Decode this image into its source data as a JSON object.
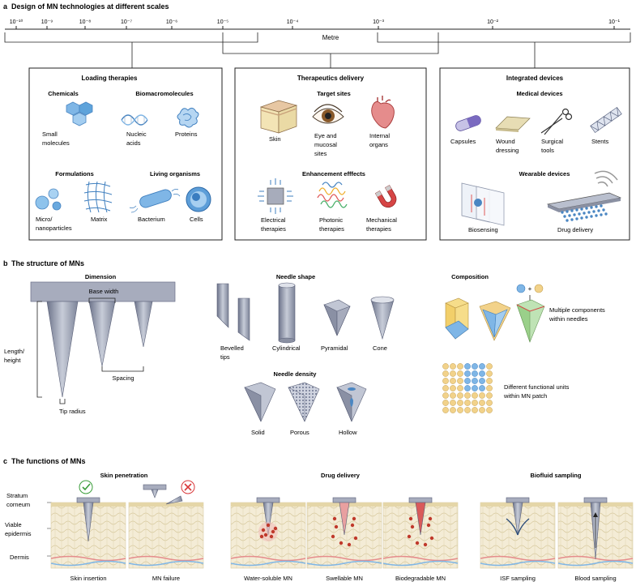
{
  "section_a": {
    "letter": "a",
    "title": "Design of MN technologies at different scales",
    "scale_ticks": [
      "10⁻¹⁰",
      "10⁻⁹",
      "10⁻⁸",
      "10⁻⁷",
      "10⁻⁶",
      "10⁻⁵",
      "10⁻⁴",
      "10⁻³",
      "10⁻²",
      "10⁻¹"
    ],
    "scale_unit": "Metre",
    "loading": {
      "title": "Loading therapies",
      "chemicals": "Chemicals",
      "small_molecules": [
        "Small",
        "molecules"
      ],
      "biomacromolecules": "Biomacromolecules",
      "nucleic_acids": [
        "Nucleic",
        "acids"
      ],
      "proteins": "Proteins",
      "formulations": "Formulations",
      "micro": [
        "Micro/",
        "nanoparticles"
      ],
      "matrix": "Matrix",
      "living": "Living organisms",
      "bacterium": "Bacterium",
      "cells": "Cells"
    },
    "delivery": {
      "title": "Therapeutics delivery",
      "target_sites": "Target sites",
      "skin": "Skin",
      "eye": [
        "Eye and",
        "mucosal",
        "sites"
      ],
      "internal": [
        "Internal",
        "organs"
      ],
      "enhancement": "Enhancement efffects",
      "electrical": [
        "Electrical",
        "therapies"
      ],
      "photonic": [
        "Photonic",
        "therapies"
      ],
      "mechanical": [
        "Mechanical",
        "therapies"
      ]
    },
    "devices": {
      "title": "Integrated devices",
      "medical": "Medical devices",
      "capsules": "Capsules",
      "wound": [
        "Wound",
        "dressing"
      ],
      "surgical": [
        "Surgical",
        "tools"
      ],
      "stents": "Stents",
      "wearable": "Wearable devices",
      "biosensing": "Biosensing",
      "drug_delivery": "Drug delivery"
    }
  },
  "section_b": {
    "letter": "b",
    "title": "The structure of MNs",
    "dimension": "Dimension",
    "base_width": "Base width",
    "length": [
      "Length/",
      "height"
    ],
    "spacing": "Spacing",
    "tip_radius": "Tip radius",
    "needle_shape": "Needle shape",
    "bevelled": [
      "Bevelled",
      "tips"
    ],
    "cylindrical": "Cylindrical",
    "pyramidal": "Pyramidal",
    "cone": "Cone",
    "needle_density": "Needle density",
    "solid": "Solid",
    "porous": "Porous",
    "hollow": "Hollow",
    "composition": "Composition",
    "multiple": [
      "Multiple components",
      "within needles"
    ],
    "different": [
      "Different functional units",
      "within MN patch"
    ]
  },
  "section_c": {
    "letter": "c",
    "title": "The functions of MNs",
    "skin_penetration": "Skin penetration",
    "drug_delivery": "Drug delivery",
    "biofluid": "Biofluid sampling",
    "stratum": [
      "Stratum",
      "corneum"
    ],
    "viable": [
      "Viable",
      "epidermis"
    ],
    "dermis": "Dermis",
    "panels": [
      "Skin insertion",
      "MN failure",
      "Water-soluble MN",
      "Swellable MN",
      "Biodegradable MN",
      "ISF sampling",
      "Blood sampling"
    ]
  },
  "colors": {
    "box_border": "#222222",
    "needle": "#8e95a8",
    "skin": "#f1ead4",
    "blue": "#5b9fd6",
    "red": "#c0392b",
    "check": "#3a9d3a",
    "cross": "#d9383a"
  }
}
